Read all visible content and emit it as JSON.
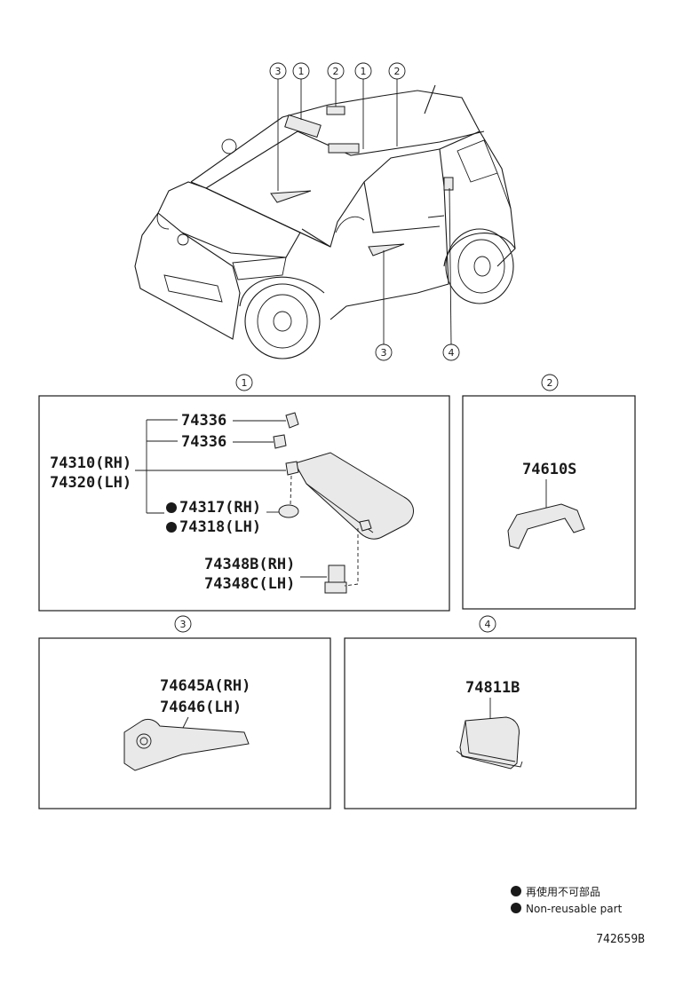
{
  "overview": {
    "callouts_top": [
      "3",
      "1",
      "2",
      "1",
      "2"
    ],
    "callouts_bottom": [
      "3",
      "4"
    ]
  },
  "panels": [
    {
      "id": "1",
      "label": "1",
      "parts": [
        "74336",
        "74336",
        "74310(RH)",
        "74320(LH)",
        "74317(RH)",
        "74318(LH)",
        "74348B(RH)",
        "74348C(LH)"
      ]
    },
    {
      "id": "2",
      "label": "2",
      "parts": [
        "74610S"
      ]
    },
    {
      "id": "3",
      "label": "3",
      "parts": [
        "74645A(RH)",
        "74646(LH)"
      ]
    },
    {
      "id": "4",
      "label": "4",
      "parts": [
        "74811B"
      ]
    }
  ],
  "legend": {
    "jp": "再使用不可部品",
    "en": "Non-reusable part"
  },
  "drawing_code": "742659B"
}
